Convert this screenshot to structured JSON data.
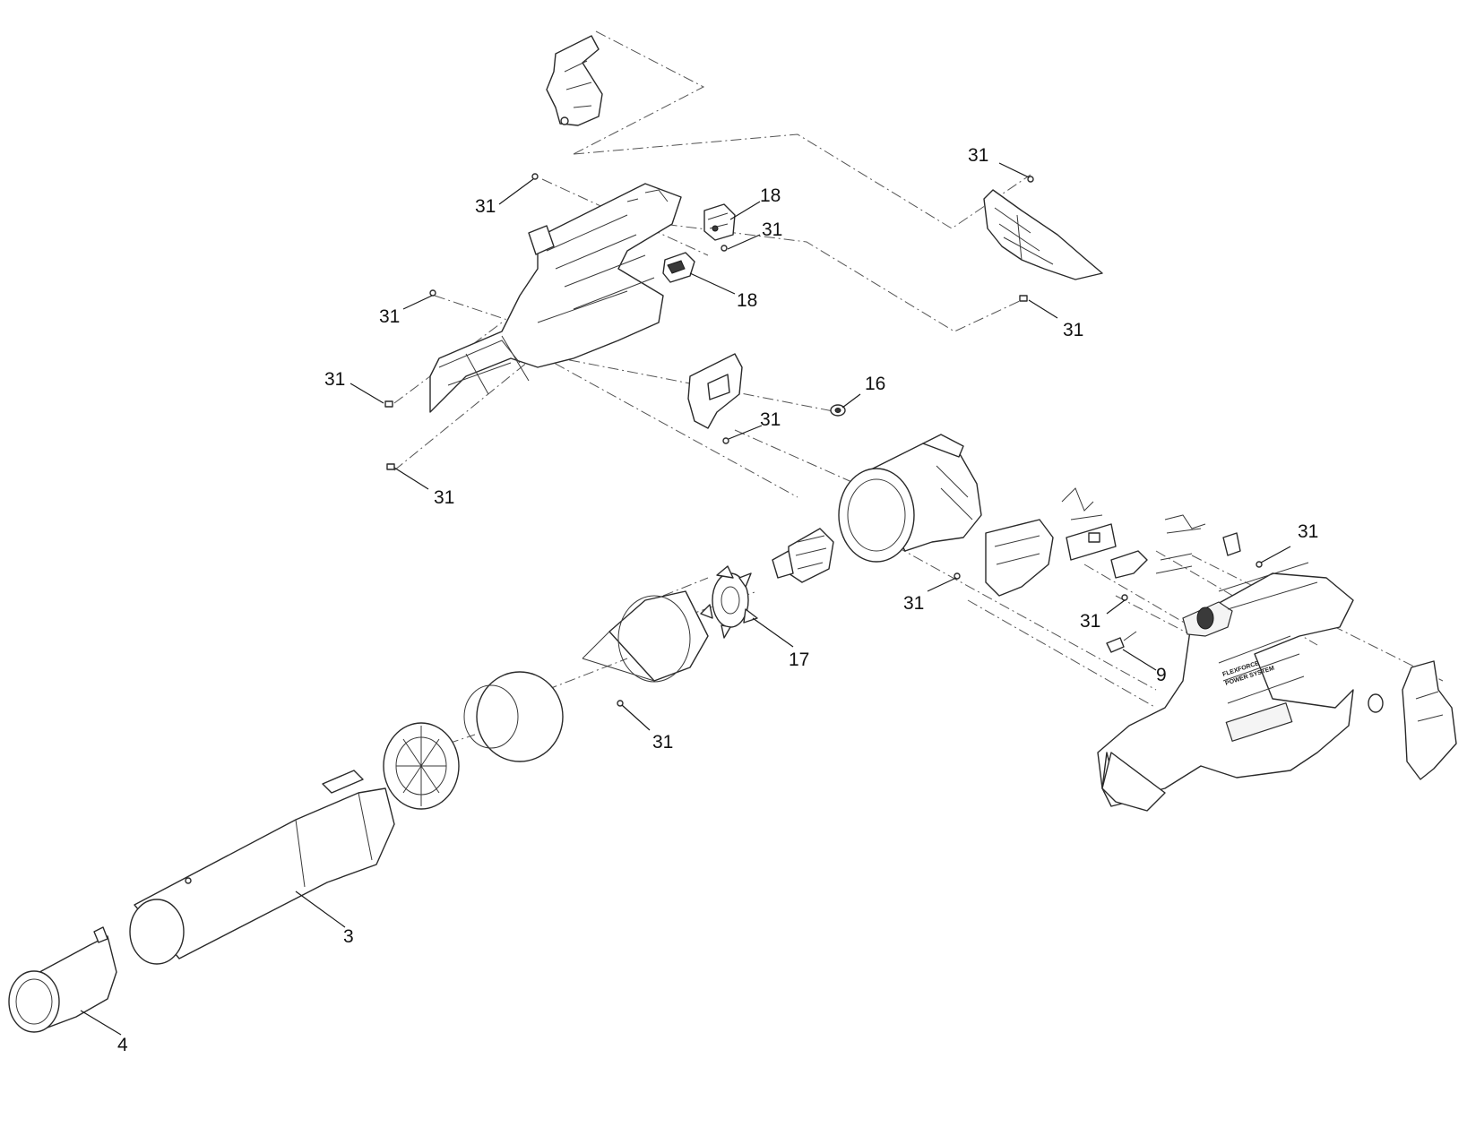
{
  "callouts": [
    {
      "label": "31"
    },
    {
      "label": "31"
    },
    {
      "label": "18"
    },
    {
      "label": "31"
    },
    {
      "label": "18"
    },
    {
      "label": "31"
    },
    {
      "label": "31"
    },
    {
      "label": "31"
    },
    {
      "label": "16"
    },
    {
      "label": "31"
    },
    {
      "label": "31"
    },
    {
      "label": "31"
    },
    {
      "label": "31"
    },
    {
      "label": "31"
    },
    {
      "label": "9"
    },
    {
      "label": "17"
    },
    {
      "label": "31"
    },
    {
      "label": "3"
    },
    {
      "label": "4"
    }
  ],
  "housing_labels": {
    "brand": "FLEXFORCE",
    "subbrand": "POWER SYSTEM"
  },
  "colors": {
    "line": "#2a2a2a",
    "background": "#ffffff"
  }
}
